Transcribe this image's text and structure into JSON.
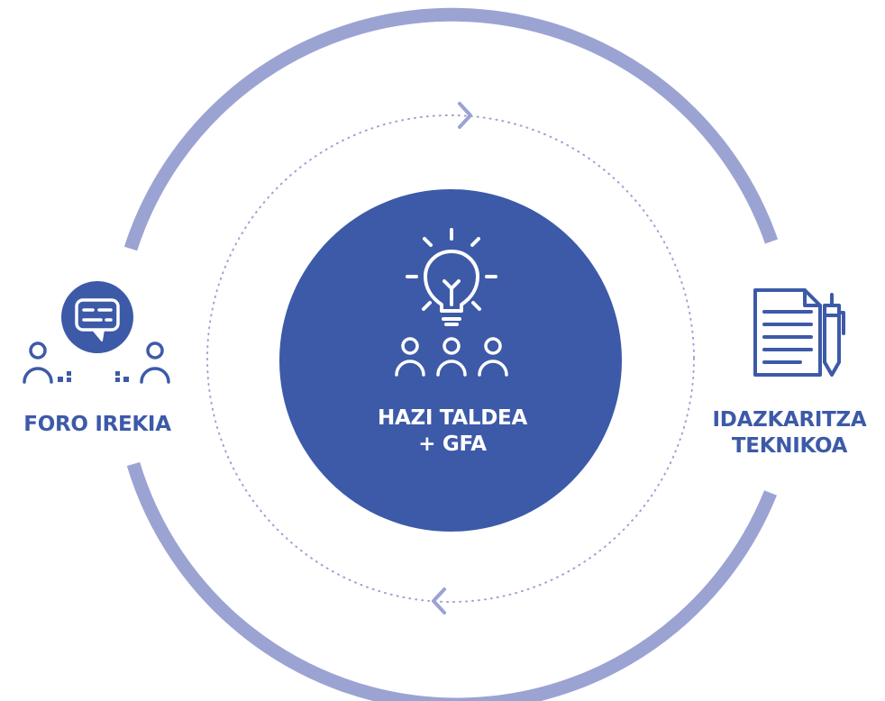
{
  "colors": {
    "ring": "#9ba3d3",
    "core": "#3d5aa8",
    "text": "#3d5aa8",
    "dotted": "#9ba3d3",
    "white": "#ffffff"
  },
  "nodes": {
    "left": {
      "label": "FORO IREKIA",
      "icon": "forum-chat-people-icon"
    },
    "center": {
      "line1": "HAZI TALDEA",
      "line2": "+ GFA",
      "icon": "lightbulb-team-icon"
    },
    "right": {
      "line1": "IDAZKARITZA",
      "line2": "TEKNIKOA",
      "icon": "document-pen-icon"
    }
  },
  "flow": {
    "top_arrow": "chevron-right-icon",
    "bottom_arrow": "chevron-left-icon"
  }
}
